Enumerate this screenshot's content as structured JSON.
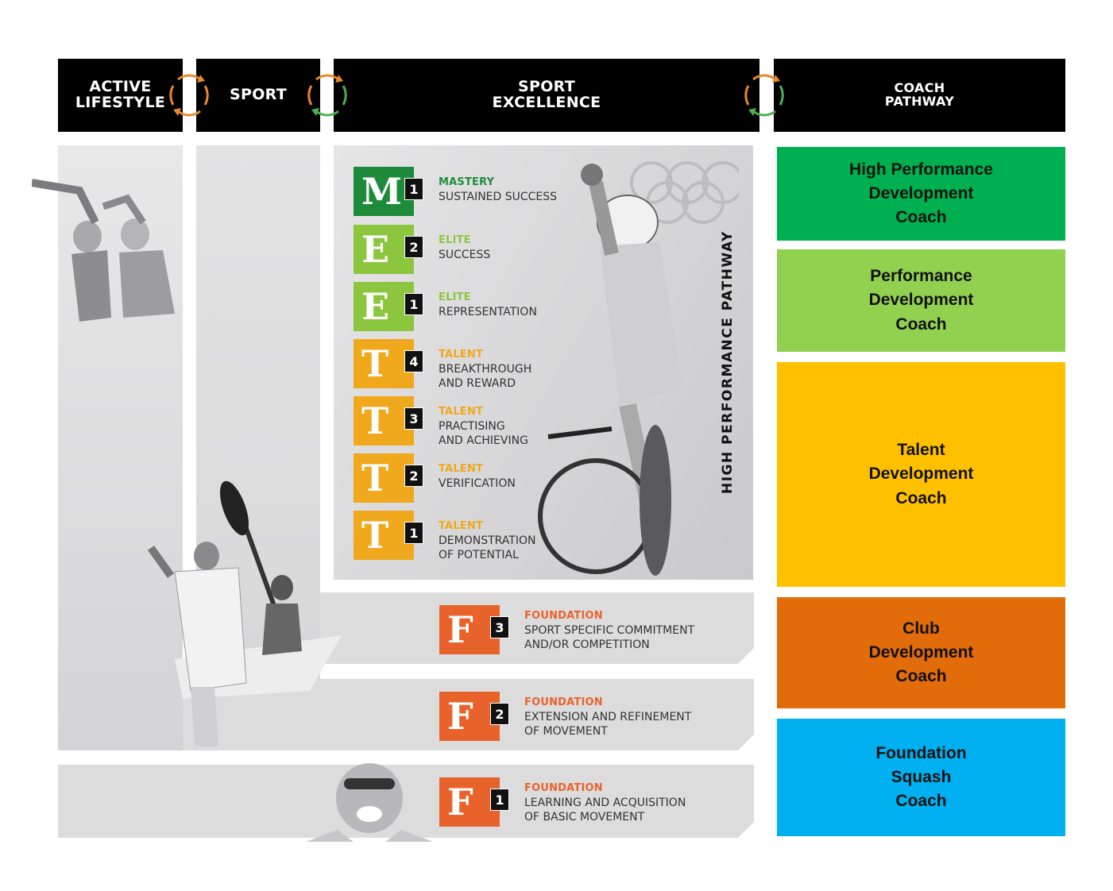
{
  "headers": {
    "active_lifestyle": "ACTIVE\nLIFESTYLE",
    "sport": "SPORT",
    "sport_excellence": "SPORT\nEXCELLENCE",
    "coach_pathway": "COACH\nPATHWAY"
  },
  "vertical_label": "HIGH PERFORMANCE PATHWAY",
  "stages": [
    {
      "letter": "M",
      "num": "1",
      "head": "MASTERY",
      "desc": "SUSTAINED SUCCESS",
      "color": "#1e8b3a",
      "headColor": "#1e8b3a"
    },
    {
      "letter": "E",
      "num": "2",
      "head": "ELITE",
      "desc": "SUCCESS",
      "color": "#8cc63f",
      "headColor": "#8cc63f"
    },
    {
      "letter": "E",
      "num": "1",
      "head": "ELITE",
      "desc": "REPRESENTATION",
      "color": "#8cc63f",
      "headColor": "#8cc63f"
    },
    {
      "letter": "T",
      "num": "4",
      "head": "TALENT",
      "desc": "BREAKTHROUGH\nAND REWARD",
      "color": "#f0a81c",
      "headColor": "#f0a81c"
    },
    {
      "letter": "T",
      "num": "3",
      "head": "TALENT",
      "desc": "PRACTISING\nAND ACHIEVING",
      "color": "#f0a81c",
      "headColor": "#f0a81c"
    },
    {
      "letter": "T",
      "num": "2",
      "head": "TALENT",
      "desc": "VERIFICATION",
      "color": "#f0a81c",
      "headColor": "#f0a81c"
    },
    {
      "letter": "T",
      "num": "1",
      "head": "TALENT",
      "desc": "DEMONSTRATION\nOF POTENTIAL",
      "color": "#f0a81c",
      "headColor": "#f0a81c"
    }
  ],
  "foundation": [
    {
      "letter": "F",
      "num": "3",
      "head": "FOUNDATION",
      "desc": "SPORT SPECIFIC COMMITMENT\nAND/OR COMPETITION",
      "color": "#e8632b"
    },
    {
      "letter": "F",
      "num": "2",
      "head": "FOUNDATION",
      "desc": "EXTENSION AND REFINEMENT\nOF MOVEMENT",
      "color": "#e8632b"
    },
    {
      "letter": "F",
      "num": "1",
      "head": "FOUNDATION",
      "desc": "LEARNING AND ACQUISITION\nOF BASIC MOVEMENT",
      "color": "#e8632b"
    }
  ],
  "coaches": [
    {
      "label": "High Performance\nDevelopment\nCoach",
      "color": "#00b050"
    },
    {
      "label": "Performance\nDevelopment\nCoach",
      "color": "#92d050"
    },
    {
      "label": "Talent\nDevelopment\nCoach",
      "color": "#ffc000"
    },
    {
      "label": "Club\nDevelopment\nCoach",
      "color": "#e26b0a"
    },
    {
      "label": "Foundation\nSquash\nCoach",
      "color": "#00b0f0"
    }
  ]
}
